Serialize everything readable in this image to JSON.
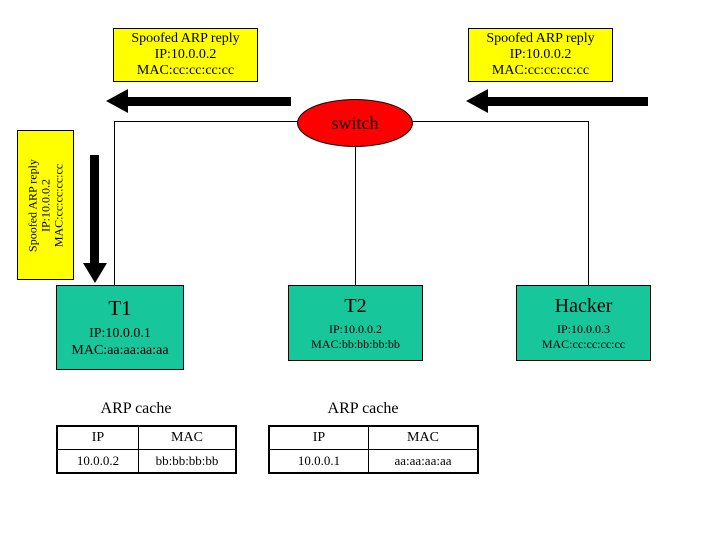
{
  "diagram": {
    "title": "ARP spoofing attack diagram",
    "colors": {
      "note_fill": "#FFFF00",
      "switch_fill": "#FF0000",
      "host_fill": "#17C79B",
      "stroke": "#000000",
      "background": "#FFFFFF"
    }
  },
  "notes": {
    "left_vertical": {
      "lines": [
        "Spoofed ARP reply",
        "IP:10.0.0.2",
        "MAC:cc:cc:cc:cc"
      ],
      "line1": "Spoofed ARP reply",
      "line2": "IP:10.0.0.2",
      "line3": "MAC:cc:cc:cc:cc"
    },
    "top_left": {
      "line1": "Spoofed ARP reply",
      "line2": "IP:10.0.0.2",
      "line3": "MAC:cc:cc:cc:cc"
    },
    "top_right": {
      "line1": "Spoofed ARP reply",
      "line2": "IP:10.0.0.2",
      "line3": "MAC:cc:cc:cc:cc"
    }
  },
  "nodes": {
    "switch": {
      "label": "switch"
    },
    "t1": {
      "title": "T1",
      "ip": "IP:10.0.0.1",
      "mac": "MAC:aa:aa:aa:aa"
    },
    "t2": {
      "title": "T2",
      "ip": "IP:10.0.0.2",
      "mac": "MAC:bb:bb:bb:bb"
    },
    "hacker": {
      "title": "Hacker",
      "ip": "IP:10.0.0.3",
      "mac": "MAC:cc:cc:cc:cc"
    }
  },
  "caches": {
    "t1_cache": {
      "title": "ARP cache",
      "headers": [
        "IP",
        "MAC"
      ],
      "rows": [
        [
          "10.0.0.2",
          "bb:bb:bb:bb"
        ]
      ]
    },
    "t2_cache": {
      "title": "ARP cache",
      "headers": [
        "IP",
        "MAC"
      ],
      "rows": [
        [
          "10.0.0.1",
          "aa:aa:aa:aa"
        ]
      ]
    }
  }
}
